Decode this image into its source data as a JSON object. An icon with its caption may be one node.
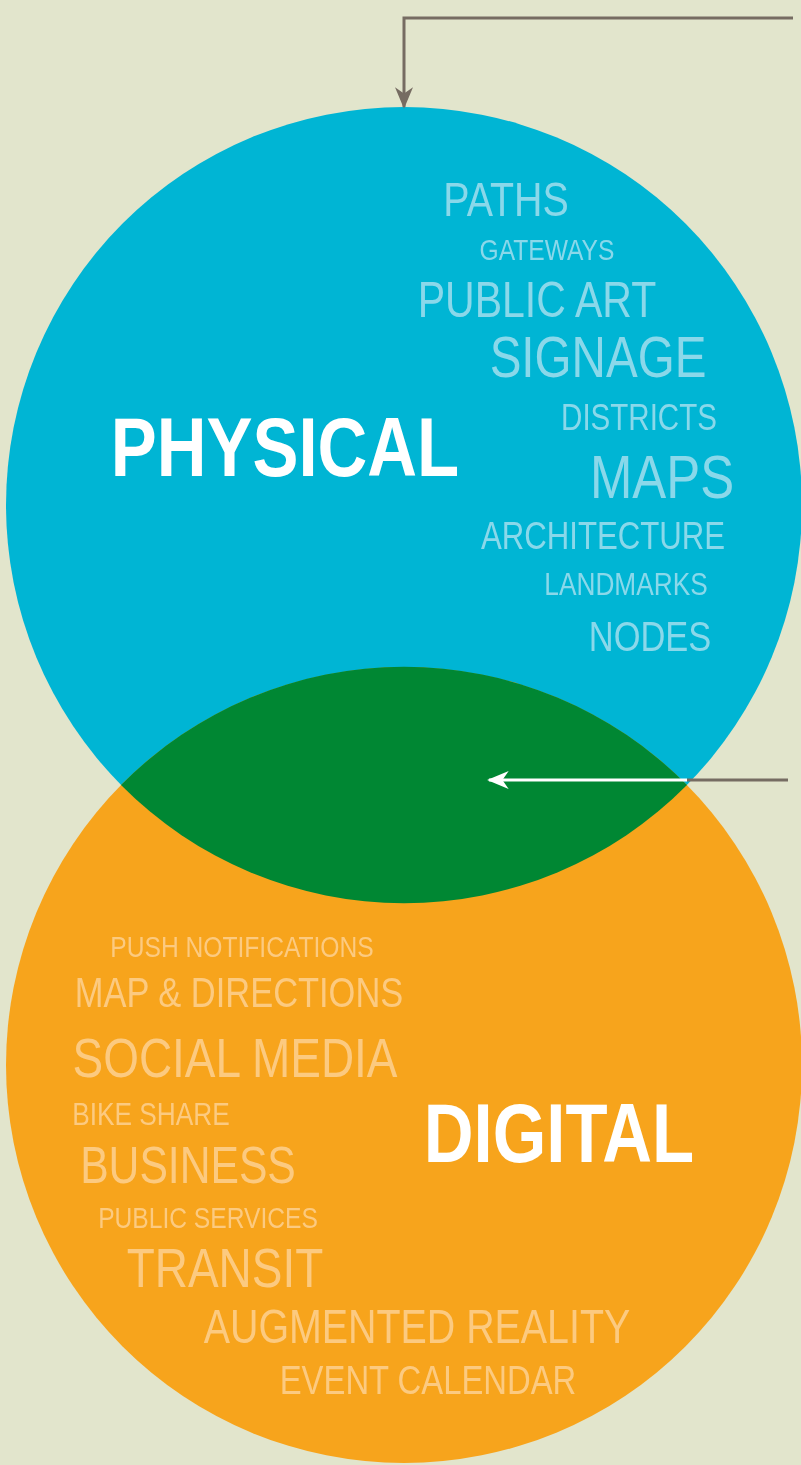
{
  "diagram": {
    "nodes": [
      {
        "text": [
          "PHYSICAL",
          "PATHS",
          "GATEWAYS",
          "PUBLIC ART",
          "SIGNAGE",
          "DISTRICTS",
          "MAPS",
          "ARCHITECTURE",
          "LANDMARKS",
          "NODES"
        ]
      },
      {
        "text": [
          "DIGITAL",
          "PUSH NOTIFICATIONS",
          "MAP & DIRECTIONS",
          "SOCIAL MEDIA",
          "BIKE SHARE",
          "BUSINESS",
          "PUBLIC SERVICES",
          "TRANSIT",
          "AUGMENTED REALITY",
          "EVENT CALENDAR"
        ]
      },
      {
        "text": [],
        "shape": "lens"
      }
    ],
    "edges": [
      {
        "from": null,
        "to": 0,
        "arrow": "to"
      },
      {
        "from": null,
        "to": 2,
        "arrow": "to",
        "color": "#ffffff"
      }
    ]
  }
}
